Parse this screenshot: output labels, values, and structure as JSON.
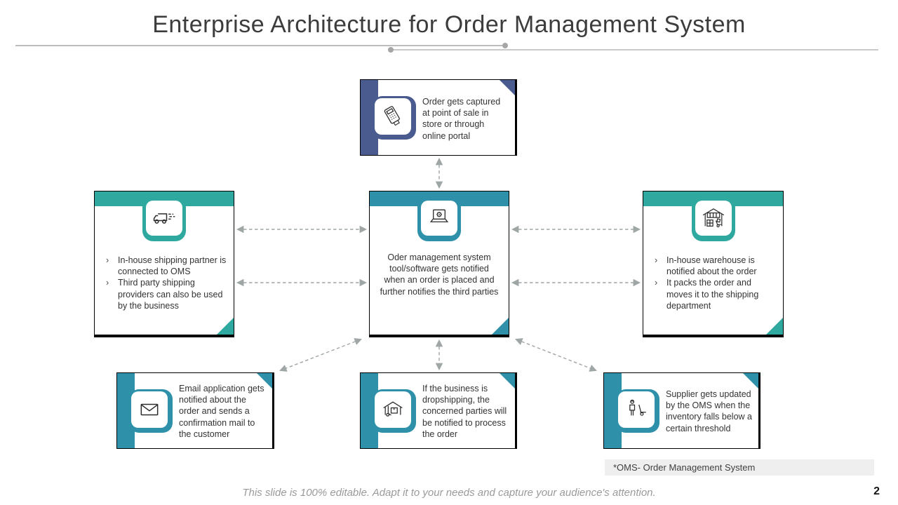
{
  "slide": {
    "title": "Enterprise Architecture for Order Management System",
    "page_number": "2",
    "footnote": "*OMS- Order Management System",
    "footer": "This slide is 100% editable.  Adapt it to your needs and capture your audience's attention."
  },
  "colors": {
    "navy_accent": "#4A5B8F",
    "teal_green_accent": "#2FA99F",
    "teal_blue_accent": "#2E90A9",
    "arrow_gray": "#9FA6A6",
    "note_background": "#EFEFEF"
  },
  "bullet_char": "›",
  "boxes": {
    "pos": {
      "icon": "pos-terminal-icon",
      "text": "Order  gets captured at point of sale in store  or  through online  portal"
    },
    "shipping": {
      "icon": "delivery-truck-icon",
      "bullets": [
        "In-house  shipping  partner is connected to OMS",
        "Third  party  shipping providers  can also  be  used by the business"
      ]
    },
    "oms": {
      "icon": "laptop-gear-icon",
      "text": "Oder  management  system tool/software  gets  notified when  an  order  is  placed  and further  notifies  the third parties"
    },
    "warehouse": {
      "icon": "warehouse-icon",
      "bullets": [
        "In-house  warehouse  is notified  about  the  order",
        "It  packs the  order  and moves  it to  the shipping department"
      ]
    },
    "email": {
      "icon": "envelope-icon",
      "text": "Email application gets  notified  about the  order  and  sends a confirmation  mail to the customer"
    },
    "dropship": {
      "icon": "dropship-warehouse-icon",
      "text": "If  the business  is dropshipping,  the concerned  parties  will be  notified  to process the  order"
    },
    "supplier": {
      "icon": "supplier-trolley-icon",
      "text": "Supplier  gets  updated by  the  OMS  when  the inventory  falls  below a certain  threshold"
    }
  }
}
